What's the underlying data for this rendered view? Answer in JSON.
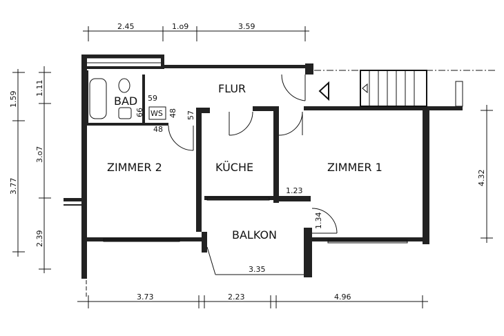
{
  "rooms": {
    "flur": "FLUR",
    "bad": "BAD",
    "ws": "WS",
    "zimmer2": "ZIMMER 2",
    "kueche": "KÜCHE",
    "zimmer1": "ZIMMER 1",
    "balkon": "BALKON"
  },
  "dimensions": {
    "top": [
      "2.45",
      "1.o9",
      "3.59"
    ],
    "bottom": [
      "3.73",
      "2.23",
      "4.96"
    ],
    "left_outer": [
      "1.59",
      "3.77"
    ],
    "left_inner": [
      "1.11",
      "3.o7",
      "2.39"
    ],
    "right": "4.32",
    "bad_59": "59",
    "bad_66": "66",
    "bad_48a": "48",
    "bad_48b": "48",
    "wall_57": "57",
    "kueche_123": "1.23",
    "door_134": "1.34",
    "balkon_335": "3.35"
  }
}
